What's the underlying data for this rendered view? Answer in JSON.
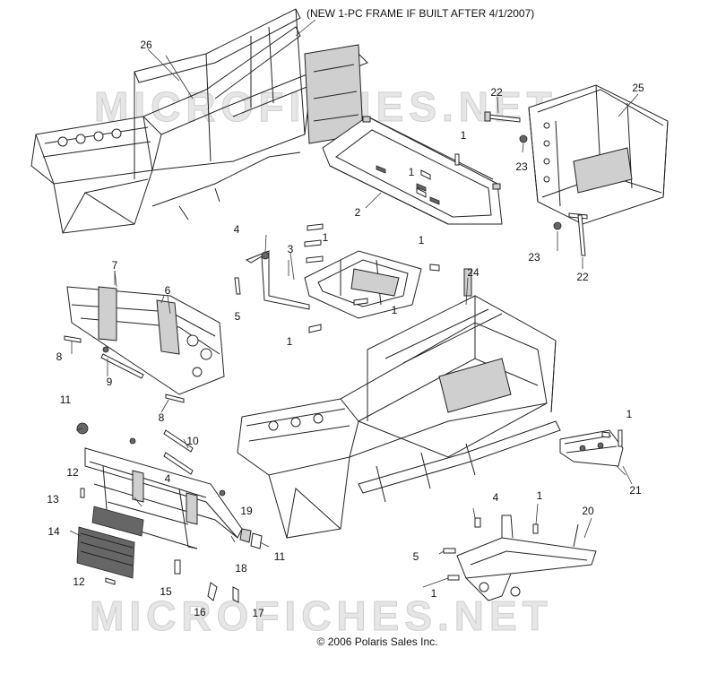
{
  "header": {
    "note": "(NEW 1-PC FRAME IF BUILT AFTER 4/1/2007)"
  },
  "watermark": {
    "top": "MICROFICHES.NET",
    "bottom": "MICROFICHES.NET"
  },
  "footer": {
    "copyright": "© 2006 Polaris Sales Inc."
  },
  "callouts": {
    "c26": "26",
    "c22a": "22",
    "c25": "25",
    "c1a": "1",
    "c23a": "23",
    "c1b": "1",
    "c2": "2",
    "c4a": "4",
    "c3": "3",
    "c1c": "1",
    "c1d": "1",
    "c23b": "23",
    "c22b": "22",
    "c7": "7",
    "c6": "6",
    "c5a": "5",
    "c24": "24",
    "c1e": "1",
    "c1f": "1",
    "c8a": "8",
    "c9": "9",
    "c8b": "8",
    "c11a": "11",
    "c10": "10",
    "c1g": "1",
    "c4b": "4",
    "c12a": "12",
    "c13": "13",
    "c19": "19",
    "c21": "21",
    "c4c": "4",
    "c1h": "1",
    "c20": "20",
    "c14": "14",
    "c18": "18",
    "c11b": "11",
    "c5b": "5",
    "c12b": "12",
    "c15": "15",
    "c16": "16",
    "c17": "17",
    "c1i": "1"
  }
}
